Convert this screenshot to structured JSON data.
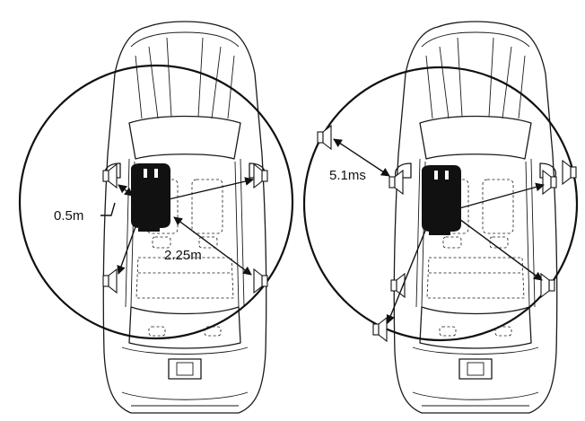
{
  "figure": {
    "left_panel": {
      "labels": {
        "near_distance": "0.5m",
        "far_distance": "2.25m"
      }
    },
    "right_panel": {
      "labels": {
        "delay": "5.1ms"
      }
    }
  }
}
